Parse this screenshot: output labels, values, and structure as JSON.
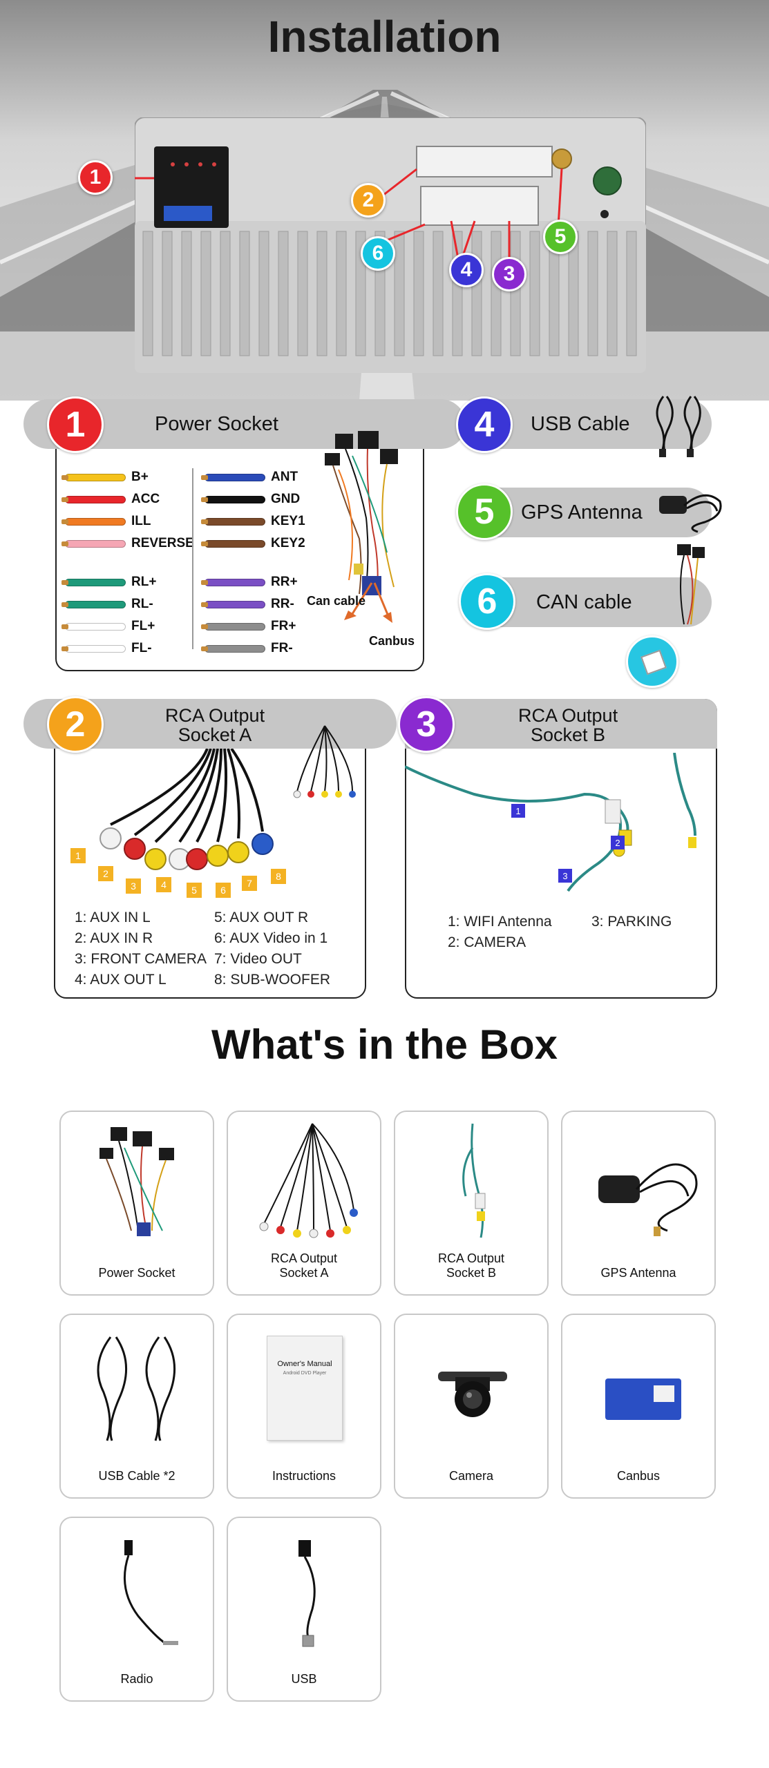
{
  "hero": {
    "title": "Installation"
  },
  "badges": [
    "1",
    "2",
    "3",
    "4",
    "5",
    "6"
  ],
  "sections": {
    "power": {
      "num": "1",
      "title": "Power Socket",
      "can_label": "Can cable",
      "canbus_label": "Canbus"
    },
    "usb": {
      "num": "4",
      "title": "USB Cable"
    },
    "gps": {
      "num": "5",
      "title": "GPS Antenna"
    },
    "can": {
      "num": "6",
      "title": "CAN cable"
    },
    "rca_a": {
      "num": "2",
      "title_1": "RCA Output",
      "title_2": "Socket A"
    },
    "rca_b": {
      "num": "3",
      "title_1": "RCA Output",
      "title_2": "Socket B"
    }
  },
  "wires_left": [
    {
      "label": "B+",
      "color": "#f5c21b"
    },
    {
      "label": "ACC",
      "color": "#e8262b"
    },
    {
      "label": "ILL",
      "color": "#f07a22"
    },
    {
      "label": "REVERSE",
      "color": "#f5a6b4"
    },
    {
      "label": "RL+",
      "color": "#1e9a7a"
    },
    {
      "label": "RL-",
      "color": "#1e9a7a"
    },
    {
      "label": "FL+",
      "color": "#ffffff"
    },
    {
      "label": "FL-",
      "color": "#ffffff"
    }
  ],
  "wires_right": [
    {
      "label": "ANT",
      "color": "#2a4bb8"
    },
    {
      "label": "GND",
      "color": "#111111"
    },
    {
      "label": "KEY1",
      "color": "#7a4a2a"
    },
    {
      "label": "KEY2",
      "color": "#7a4a2a"
    },
    {
      "label": "RR+",
      "color": "#7a4fc4"
    },
    {
      "label": "RR-",
      "color": "#7a4fc4"
    },
    {
      "label": "FR+",
      "color": "#8d8d8d"
    },
    {
      "label": "FR-",
      "color": "#8d8d8d"
    }
  ],
  "rca_a_tags": [
    "1",
    "2",
    "3",
    "4",
    "5",
    "6",
    "7",
    "8"
  ],
  "rca_a_legend_left": [
    "1: AUX IN L",
    "2: AUX IN R",
    "3: FRONT CAMERA",
    "4: AUX OUT L"
  ],
  "rca_a_legend_right": [
    "5: AUX OUT R",
    "6: AUX Video in 1",
    "7: Video OUT",
    "8: SUB-WOOFER"
  ],
  "rca_b_tags": [
    "1",
    "2",
    "3"
  ],
  "rca_b_legend": [
    "1: WIFI Antenna",
    "2: CAMERA",
    "3: PARKING"
  ],
  "box": {
    "title": "What's in the Box",
    "items": [
      {
        "label": "Power Socket"
      },
      {
        "label1": "RCA Output",
        "label2": "Socket A"
      },
      {
        "label1": "RCA Output",
        "label2": "Socket B"
      },
      {
        "label": "GPS Antenna"
      },
      {
        "label": "USB Cable *2"
      },
      {
        "label": "Instructions",
        "manual_title": "Owner's Manual",
        "manual_sub": "Android DVD Player"
      },
      {
        "label": "Camera"
      },
      {
        "label": "Canbus"
      },
      {
        "label": "Radio"
      },
      {
        "label": "USB"
      }
    ]
  }
}
